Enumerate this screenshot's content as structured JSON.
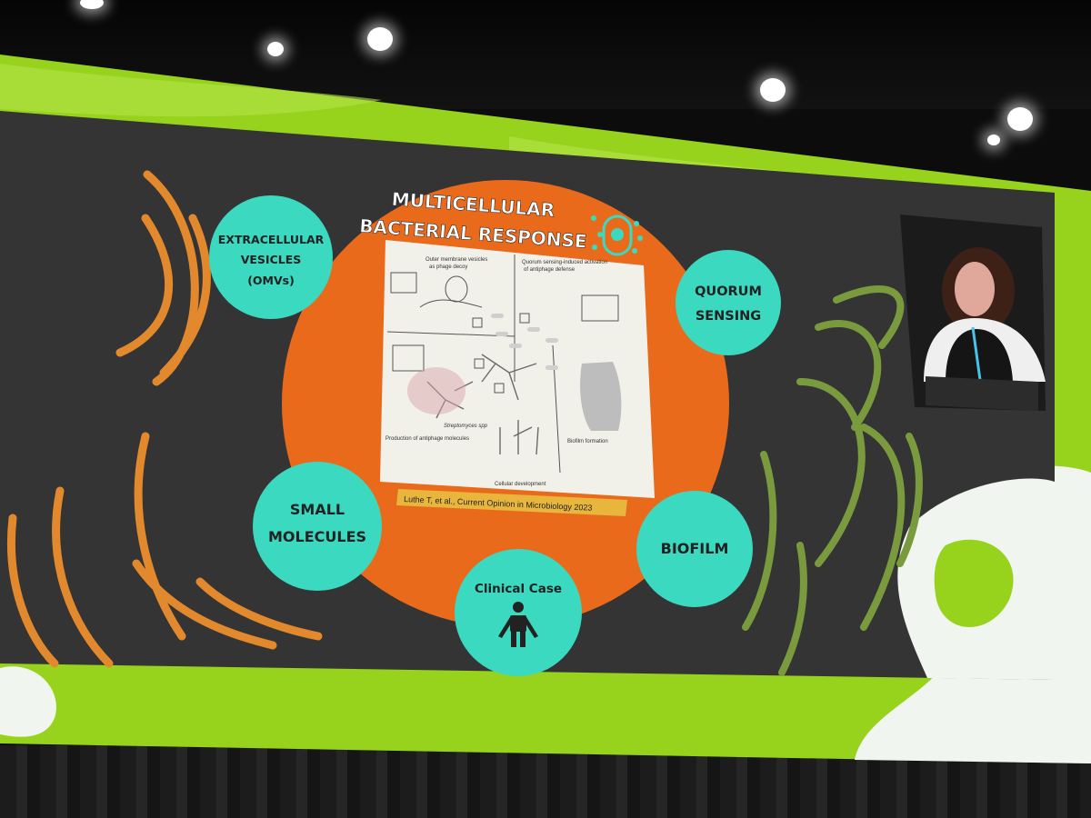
{
  "slide": {
    "title_line1": "MULTICELLULAR",
    "title_line2": "BACTERIAL RESPONSE",
    "topics": {
      "extracellular_line1": "EXTRACELLULAR",
      "extracellular_line2": "VESICLES",
      "extracellular_line3": "(OMVs)",
      "quorum_line1": "QUORUM",
      "quorum_line2": "SENSING",
      "small_line1": "SMALL",
      "small_line2": "MOLECULES",
      "biofilm": "BIOFILM",
      "clinical": "Clinical Case"
    },
    "figure": {
      "label_omv_1": "Outer membrane vesicles",
      "label_omv_2": "as phage decoy",
      "label_quorum_1": "Quorum sensing-induced activation",
      "label_quorum_2": "of antiphage defense",
      "label_strepto": "Streptomyces spp",
      "label_antiphage": "Production of antiphage molecules",
      "label_biofilm": "Biofilm formation",
      "label_cellular": "Cellular development"
    },
    "citation": "Luthe T, et al., Current Opinion in Microbiology 2023"
  },
  "colors": {
    "lime": "#97d31c",
    "orange": "#ea6a1c",
    "teal": "#3ad9c0",
    "dark": "#343434"
  },
  "icons": [
    "person-icon",
    "bacteria-icon"
  ]
}
